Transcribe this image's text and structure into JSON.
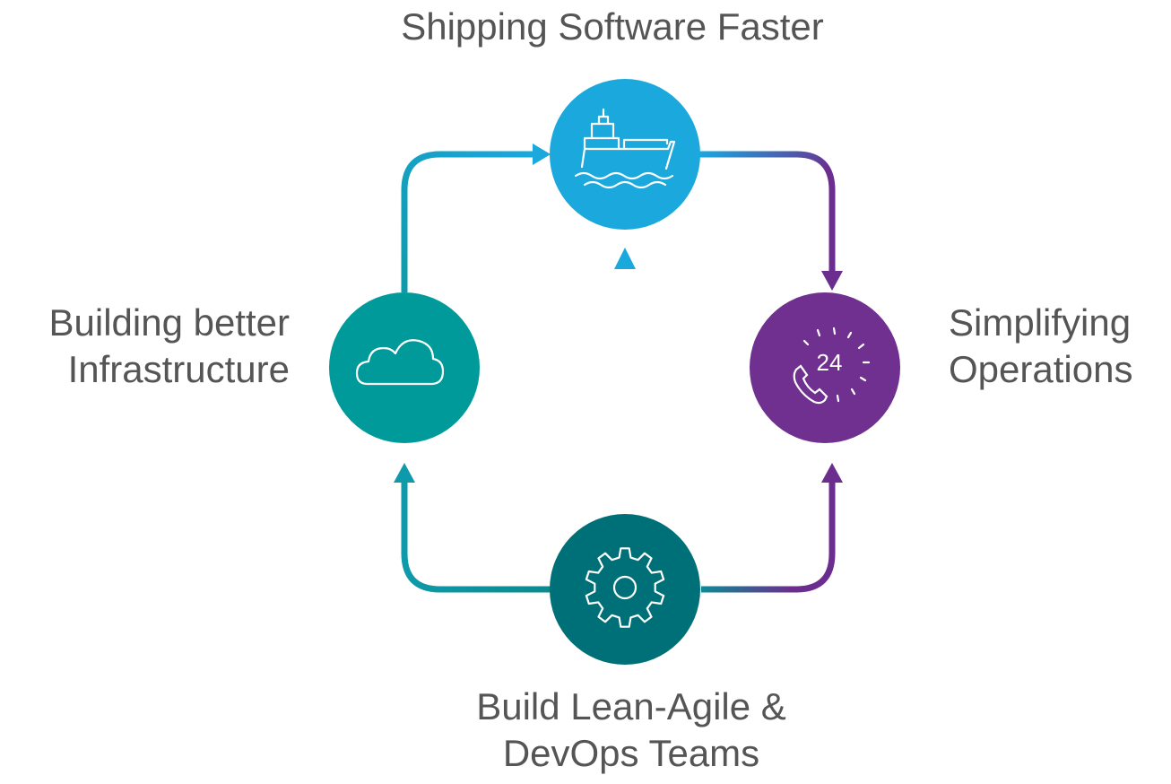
{
  "diagram": {
    "nodes": {
      "top": {
        "label": "Shipping Software Faster",
        "icon": "ship-icon",
        "color": "#1BA8DC"
      },
      "left": {
        "label_lines": [
          "Building better",
          "Infrastructure"
        ],
        "icon": "cloud-icon",
        "color": "#009A9A"
      },
      "right": {
        "label_lines": [
          "Simplifying",
          "Operations"
        ],
        "icon": "phone-24-icon",
        "icon_text": "24",
        "color": "#70308F"
      },
      "bottom": {
        "label_lines": [
          "Build Lean-Agile &",
          "DevOps Teams"
        ],
        "icon": "gear-icon",
        "color": "#007078"
      }
    },
    "colors": {
      "teal_arrow": "#0D9AAE",
      "blue_arrow": "#1BA8DC",
      "purple_arrow": "#6B2E8E",
      "text": "#555555",
      "icon_stroke": "#FFFFFF"
    }
  }
}
